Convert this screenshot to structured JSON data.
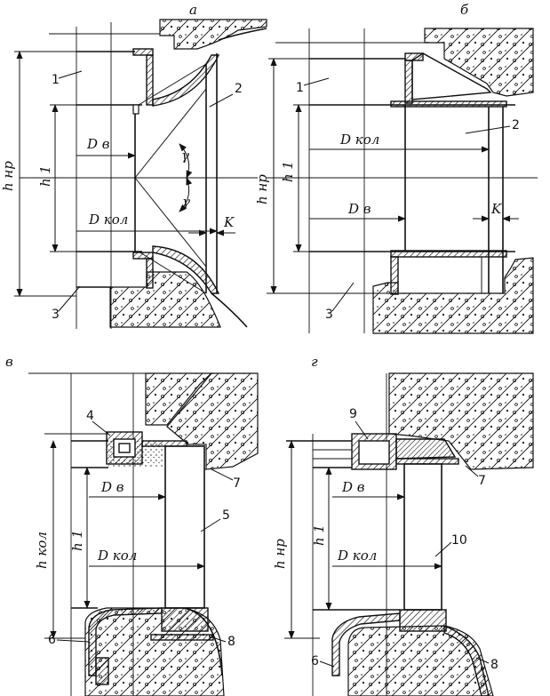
{
  "panels": {
    "a": {
      "letter": "а",
      "h_label": "h нр",
      "h1_label": "h 1",
      "Dv_label": "D в",
      "Dkol_label": "D кол",
      "gamma_top": "γ",
      "gamma_bottom": "γ",
      "K_label": "K",
      "num1": "1",
      "num2": "2",
      "num3": "3"
    },
    "b": {
      "letter": "б",
      "h_label": "h нр",
      "h1_label": "h 1",
      "Dv_label": "D в",
      "Dkol_label": "D кол",
      "K_label": "K",
      "num1": "1",
      "num2": "2",
      "num3": "3"
    },
    "v": {
      "letter": "в",
      "h_label": "h кол",
      "h1_label": "h 1",
      "Dv_label": "D в",
      "Dkol_label": "D кол",
      "num4": "4",
      "num5": "5",
      "num6": "6",
      "num7": "7",
      "num8": "8"
    },
    "g": {
      "letter": "г",
      "h_label": "h нр",
      "h1_label": "h 1",
      "Dv_label": "D в",
      "Dkol_label": "D кол",
      "num9": "9",
      "num10": "10",
      "num6": "6",
      "num7": "7",
      "num8": "8"
    }
  }
}
